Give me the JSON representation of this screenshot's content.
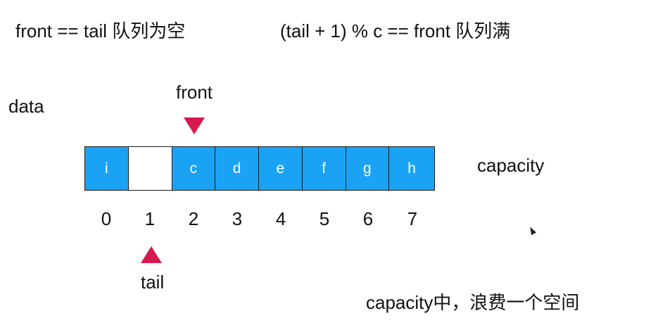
{
  "conditions": {
    "empty": "front == tail 队列为空",
    "full": "(tail + 1) % c == front 队列满"
  },
  "labels": {
    "data": "data",
    "front": "front",
    "tail": "tail",
    "capacity": "capacity",
    "note": "capacity中，浪费一个空间"
  },
  "cells": [
    "i",
    "",
    "c",
    "d",
    "e",
    "f",
    "g",
    "h"
  ],
  "indices": [
    "0",
    "1",
    "2",
    "3",
    "4",
    "5",
    "6",
    "7"
  ],
  "pointers": {
    "front_index": 2,
    "tail_index": 1
  },
  "colors": {
    "filled_cell": "#1aa3f5",
    "empty_cell": "#ffffff",
    "pointer": "#d61a4f"
  },
  "icons": {
    "cursor": "mouse-pointer-icon"
  }
}
